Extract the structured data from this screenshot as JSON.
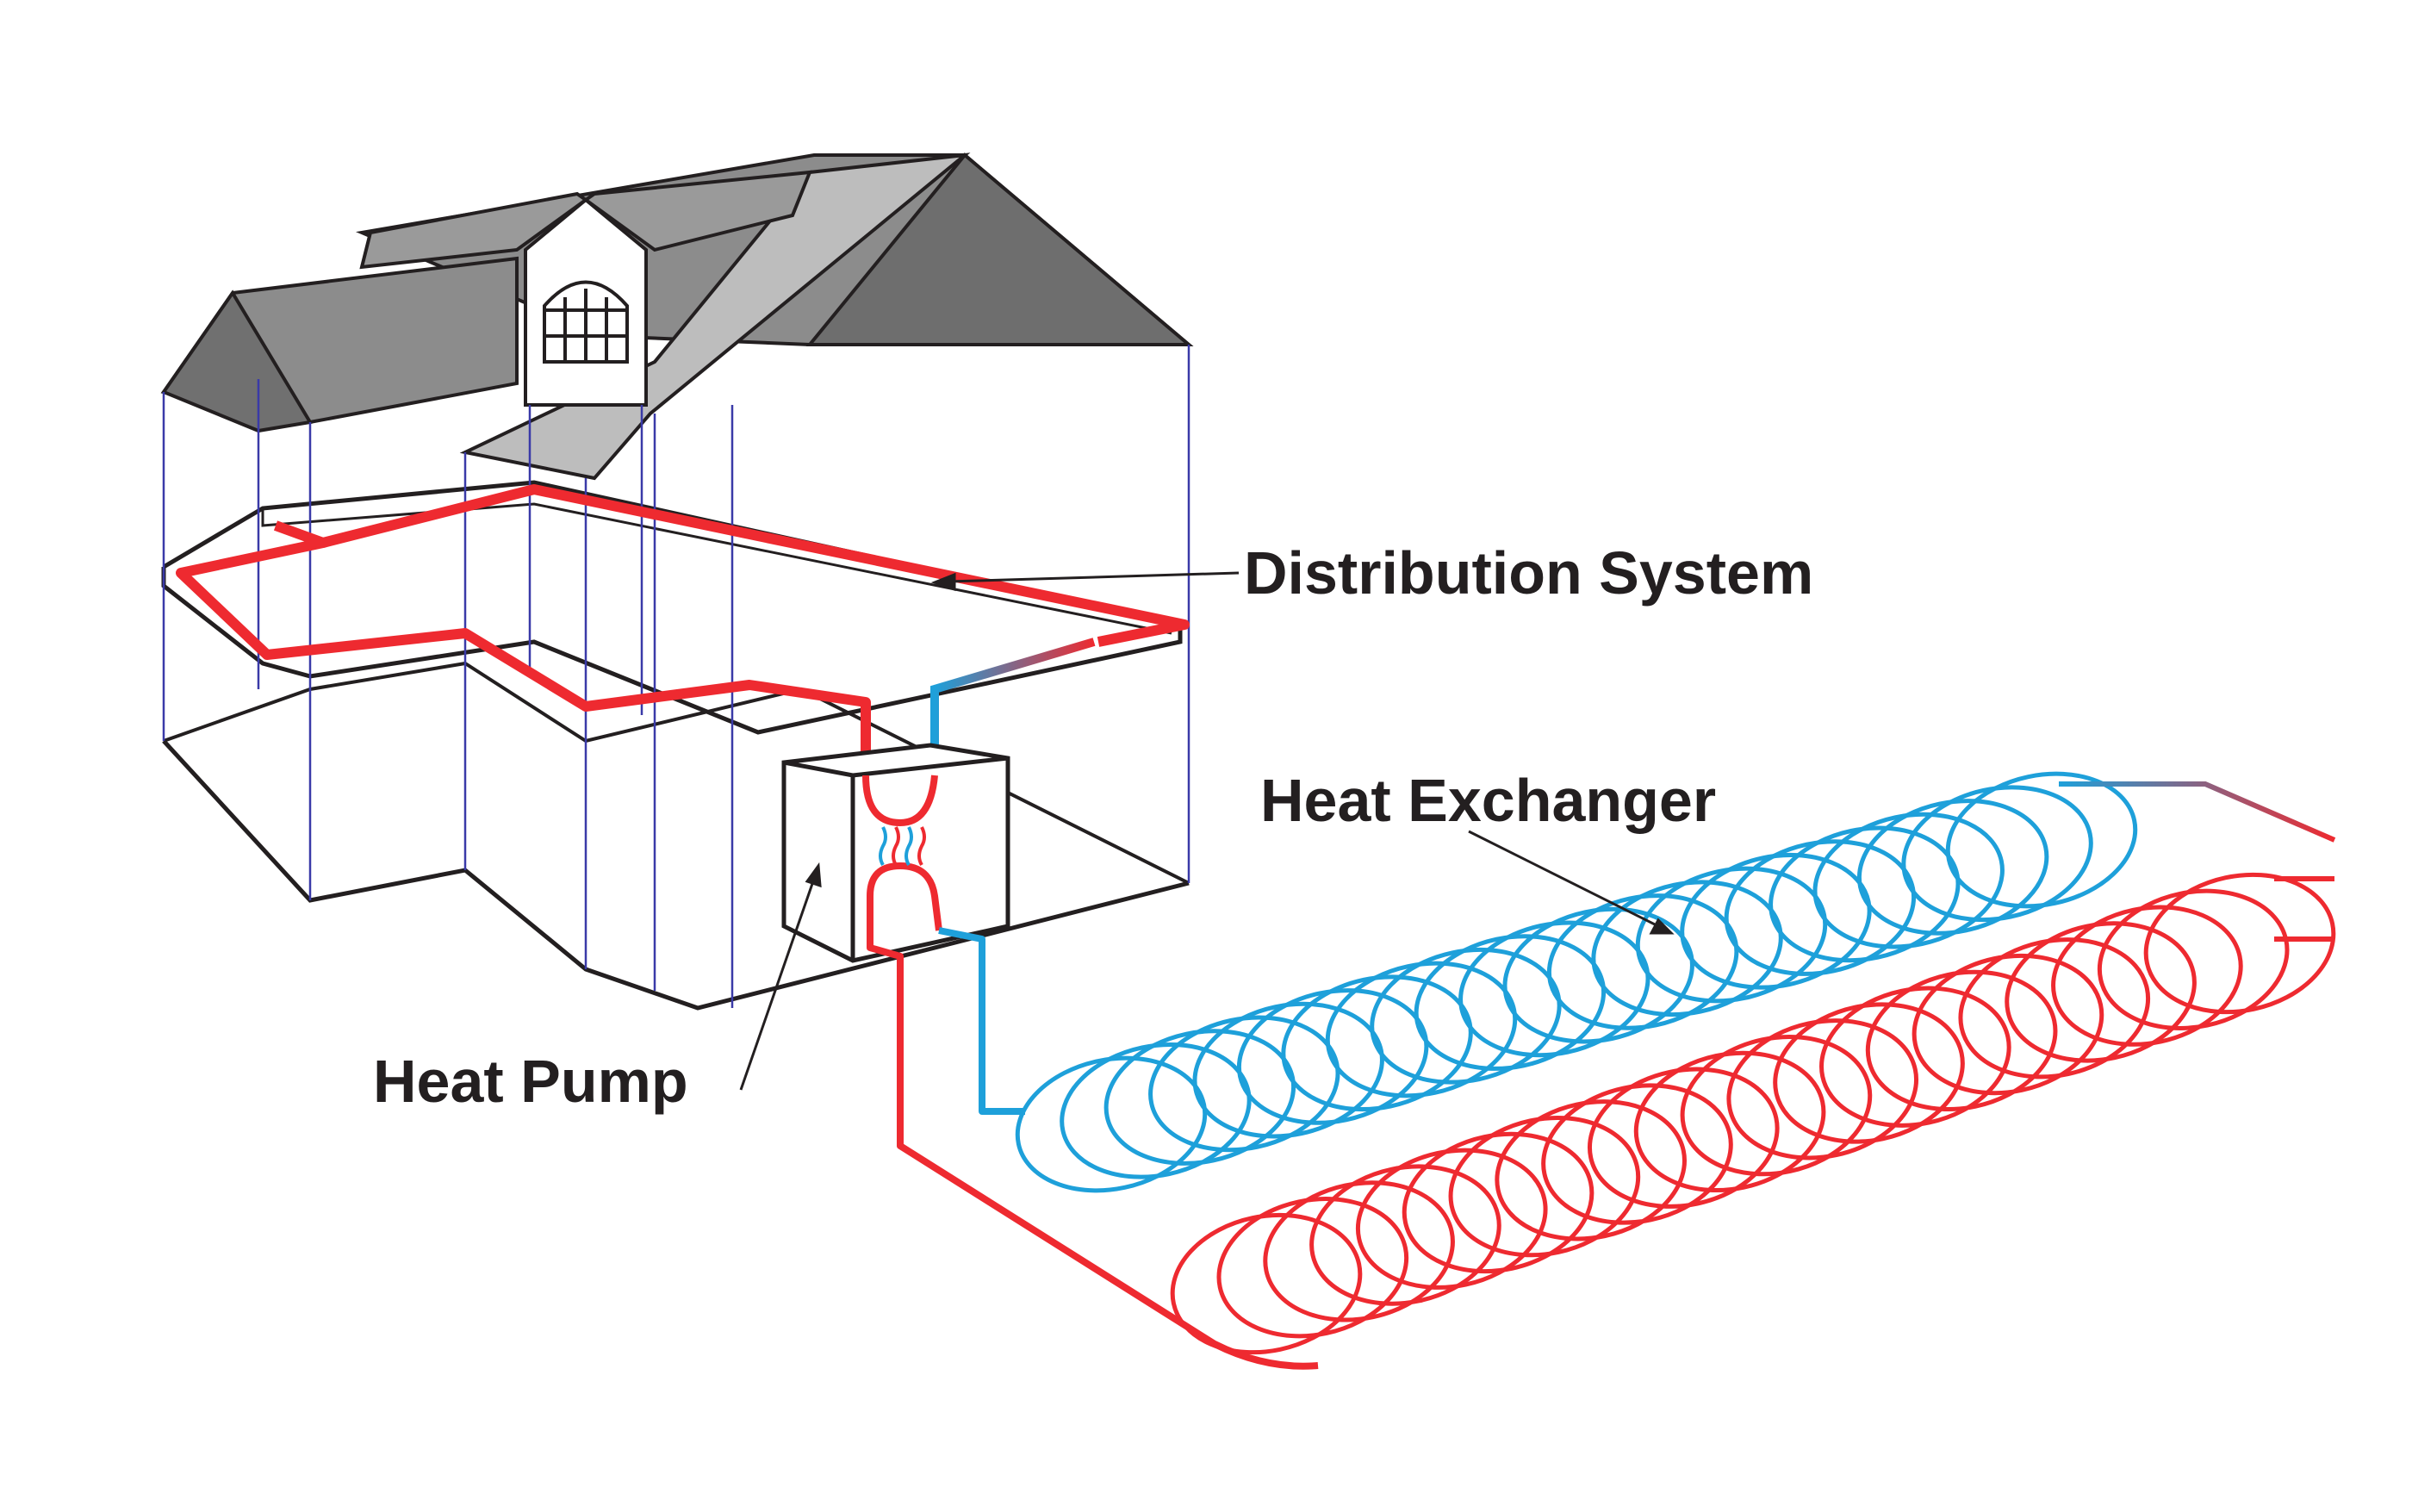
{
  "labels": {
    "distribution": "Distribution System",
    "exchanger": "Heat Exchanger",
    "pump": "Heat Pump"
  },
  "colors": {
    "hot": "#ee2a30",
    "cold": "#1ea0da",
    "roof": "#8c8c8c",
    "roof_light": "#bdbdbd",
    "outline": "#231f20",
    "frame": "#3a3aa8"
  }
}
